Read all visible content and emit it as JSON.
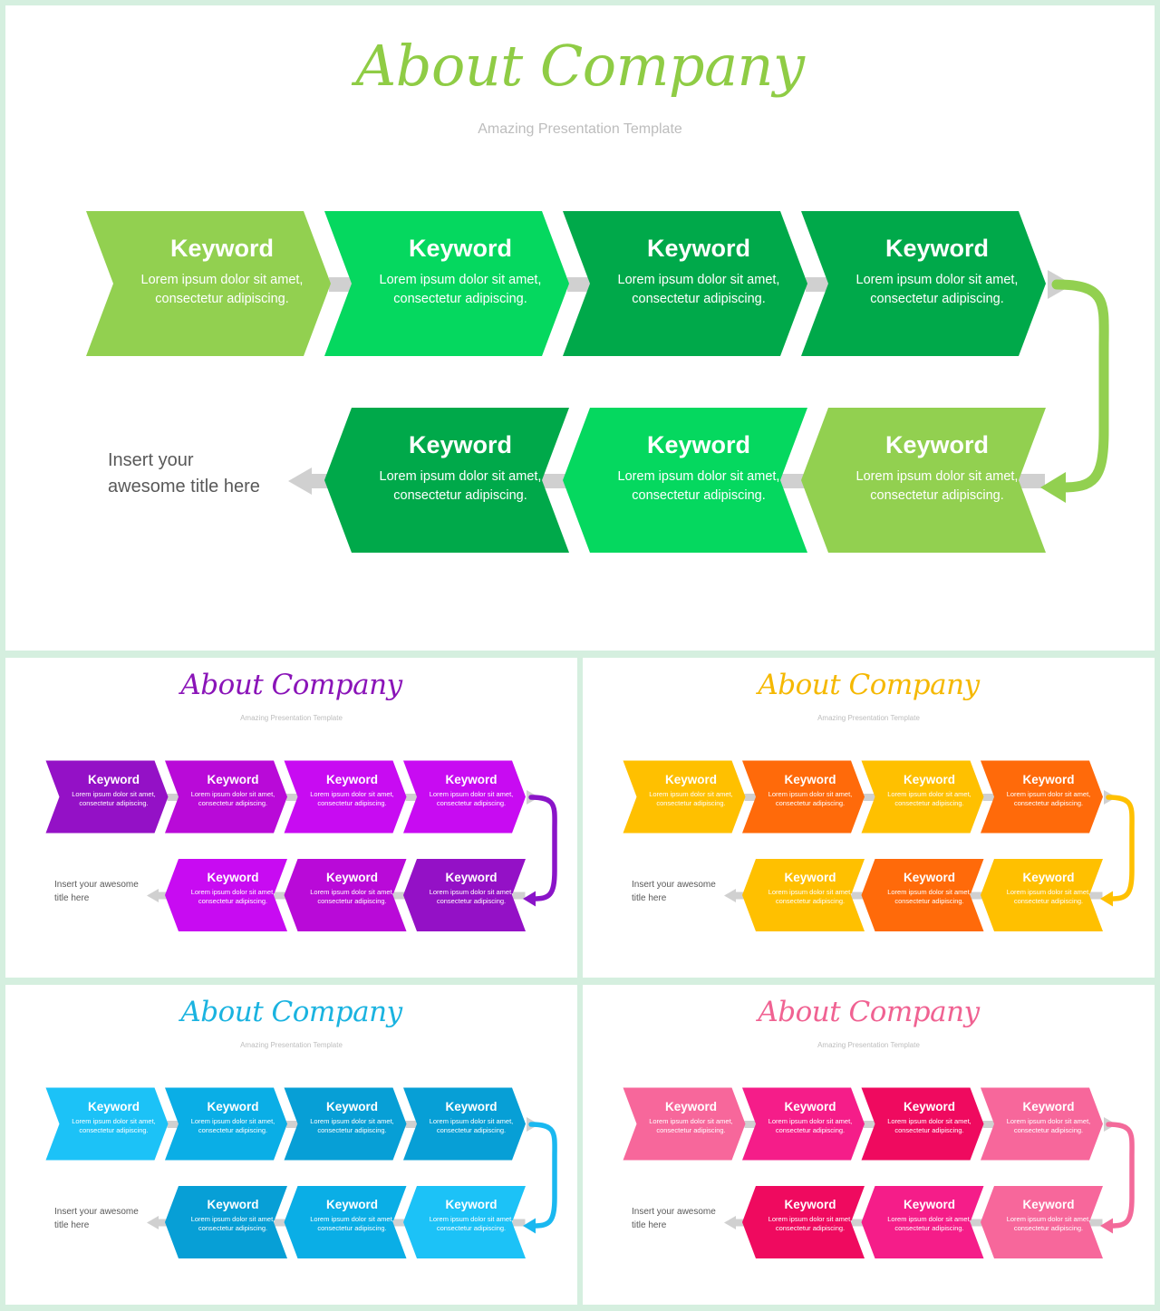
{
  "slides": [
    {
      "title": "About Company",
      "subtitle": "Amazing Presentation Template",
      "title_color": "#8fcc45",
      "side_title": "Insert your awesome title here",
      "arrow_color": "#92d050",
      "top_row": [
        {
          "keyword": "Keyword",
          "text": "Lorem ipsum dolor sit amet, consectetur adipiscing.",
          "color": "#92d050"
        },
        {
          "keyword": "Keyword",
          "text": "Lorem ipsum dolor sit amet, consectetur adipiscing.",
          "color": "#05d85f"
        },
        {
          "keyword": "Keyword",
          "text": "Lorem ipsum dolor sit amet, consectetur adipiscing.",
          "color": "#00a94a"
        },
        {
          "keyword": "Keyword",
          "text": "Lorem ipsum dolor sit amet, consectetur adipiscing.",
          "color": "#00a94a"
        }
      ],
      "bottom_row": [
        {
          "keyword": "Keyword",
          "text": "Lorem ipsum dolor sit amet, consectetur adipiscing.",
          "color": "#00a94a"
        },
        {
          "keyword": "Keyword",
          "text": "Lorem ipsum dolor sit amet, consectetur adipiscing.",
          "color": "#05d85f"
        },
        {
          "keyword": "Keyword",
          "text": "Lorem ipsum dolor sit amet, consectetur adipiscing.",
          "color": "#92d050"
        }
      ]
    },
    {
      "title": "About Company",
      "subtitle": "Amazing Presentation Template",
      "title_color": "#8a14b8",
      "side_title": "Insert your awesome title here",
      "arrow_color": "#8a14c8",
      "top_row": [
        {
          "keyword": "Keyword",
          "text": "Lorem ipsum dolor sit amet, consectetur adipiscing.",
          "color": "#9411c6"
        },
        {
          "keyword": "Keyword",
          "text": "Lorem ipsum dolor sit amet, consectetur adipiscing.",
          "color": "#b90ad8"
        },
        {
          "keyword": "Keyword",
          "text": "Lorem ipsum dolor sit amet, consectetur adipiscing.",
          "color": "#c80bf2"
        },
        {
          "keyword": "Keyword",
          "text": "Lorem ipsum dolor sit amet, consectetur adipiscing.",
          "color": "#c80bf2"
        }
      ],
      "bottom_row": [
        {
          "keyword": "Keyword",
          "text": "Lorem ipsum dolor sit amet, consectetur adipiscing.",
          "color": "#c80bf2"
        },
        {
          "keyword": "Keyword",
          "text": "Lorem ipsum dolor sit amet, consectetur adipiscing.",
          "color": "#b90ad8"
        },
        {
          "keyword": "Keyword",
          "text": "Lorem ipsum dolor sit amet, consectetur adipiscing.",
          "color": "#9411c6"
        }
      ]
    },
    {
      "title": "About Company",
      "subtitle": "Amazing Presentation Template",
      "title_color": "#f5b800",
      "side_title": "Insert your awesome title here",
      "arrow_color": "#ffc000",
      "top_row": [
        {
          "keyword": "Keyword",
          "text": "Lorem ipsum dolor sit amet, consectetur adipiscing.",
          "color": "#ffc000"
        },
        {
          "keyword": "Keyword",
          "text": "Lorem ipsum dolor sit amet, consectetur adipiscing.",
          "color": "#ff6a0a"
        },
        {
          "keyword": "Keyword",
          "text": "Lorem ipsum dolor sit amet, consectetur adipiscing.",
          "color": "#ffc000"
        },
        {
          "keyword": "Keyword",
          "text": "Lorem ipsum dolor sit amet, consectetur adipiscing.",
          "color": "#ff6a0a"
        }
      ],
      "bottom_row": [
        {
          "keyword": "Keyword",
          "text": "Lorem ipsum dolor sit amet, consectetur adipiscing.",
          "color": "#ffc000"
        },
        {
          "keyword": "Keyword",
          "text": "Lorem ipsum dolor sit amet, consectetur adipiscing.",
          "color": "#ff6a0a"
        },
        {
          "keyword": "Keyword",
          "text": "Lorem ipsum dolor sit amet, consectetur adipiscing.",
          "color": "#ffc000"
        }
      ]
    },
    {
      "title": "About Company",
      "subtitle": "Amazing Presentation Template",
      "title_color": "#1ab3e0",
      "side_title": "Insert your awesome title here",
      "arrow_color": "#1ab8f0",
      "top_row": [
        {
          "keyword": "Keyword",
          "text": "Lorem ipsum dolor sit amet, consectetur adipiscing.",
          "color": "#1cc2f7"
        },
        {
          "keyword": "Keyword",
          "text": "Lorem ipsum dolor sit amet, consectetur adipiscing.",
          "color": "#0aaee6"
        },
        {
          "keyword": "Keyword",
          "text": "Lorem ipsum dolor sit amet, consectetur adipiscing.",
          "color": "#079fd6"
        },
        {
          "keyword": "Keyword",
          "text": "Lorem ipsum dolor sit amet, consectetur adipiscing.",
          "color": "#079fd6"
        }
      ],
      "bottom_row": [
        {
          "keyword": "Keyword",
          "text": "Lorem ipsum dolor sit amet, consectetur adipiscing.",
          "color": "#079fd6"
        },
        {
          "keyword": "Keyword",
          "text": "Lorem ipsum dolor sit amet, consectetur adipiscing.",
          "color": "#0aaee6"
        },
        {
          "keyword": "Keyword",
          "text": "Lorem ipsum dolor sit amet, consectetur adipiscing.",
          "color": "#1cc2f7"
        }
      ]
    },
    {
      "title": "About Company",
      "subtitle": "Amazing Presentation Template",
      "title_color": "#f06292",
      "side_title": "Insert your awesome title here",
      "arrow_color": "#f36a9a",
      "top_row": [
        {
          "keyword": "Keyword",
          "text": "Lorem ipsum dolor sit amet, consectetur adipiscing.",
          "color": "#f7679b"
        },
        {
          "keyword": "Keyword",
          "text": "Lorem ipsum dolor sit amet, consectetur adipiscing.",
          "color": "#f51d89"
        },
        {
          "keyword": "Keyword",
          "text": "Lorem ipsum dolor sit amet, consectetur adipiscing.",
          "color": "#ef0a5f"
        },
        {
          "keyword": "Keyword",
          "text": "Lorem ipsum dolor sit amet, consectetur adipiscing.",
          "color": "#f7679b"
        }
      ],
      "bottom_row": [
        {
          "keyword": "Keyword",
          "text": "Lorem ipsum dolor sit amet, consectetur adipiscing.",
          "color": "#ef0a5f"
        },
        {
          "keyword": "Keyword",
          "text": "Lorem ipsum dolor sit amet, consectetur adipiscing.",
          "color": "#f51d89"
        },
        {
          "keyword": "Keyword",
          "text": "Lorem ipsum dolor sit amet, consectetur adipiscing.",
          "color": "#f7679b"
        }
      ]
    }
  ]
}
